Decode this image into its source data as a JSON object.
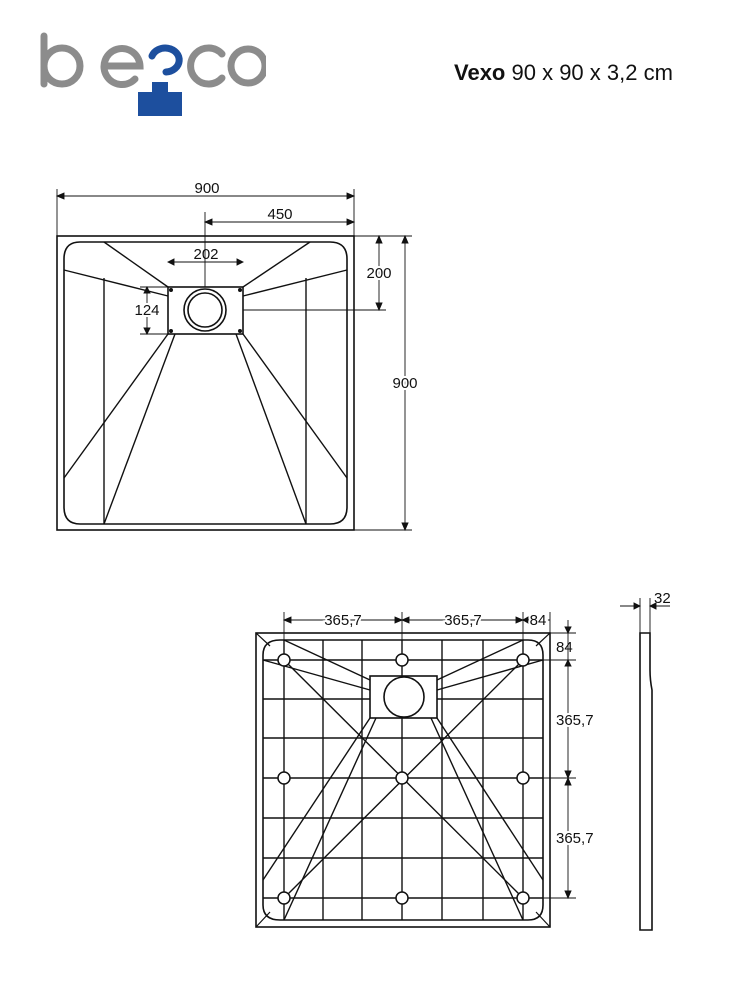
{
  "brand": {
    "logo_text": "besco",
    "colors": {
      "grey": "#8c8c8c",
      "blue": "#1d4f9e"
    }
  },
  "product": {
    "model": "Vexo",
    "size": "90 x 90 x 3,2 cm"
  },
  "top_view": {
    "width": "900",
    "half_width": "450",
    "height": "900",
    "drain_width": "202",
    "drain_offset": "200",
    "drain_height": "124"
  },
  "bottom_view": {
    "spacing_x_1": "365,7",
    "spacing_x_2": "365,7",
    "margin_x": "84",
    "margin_y": "84",
    "spacing_y_1": "365,7",
    "spacing_y_2": "365,7"
  },
  "side_view": {
    "thickness": "32"
  }
}
